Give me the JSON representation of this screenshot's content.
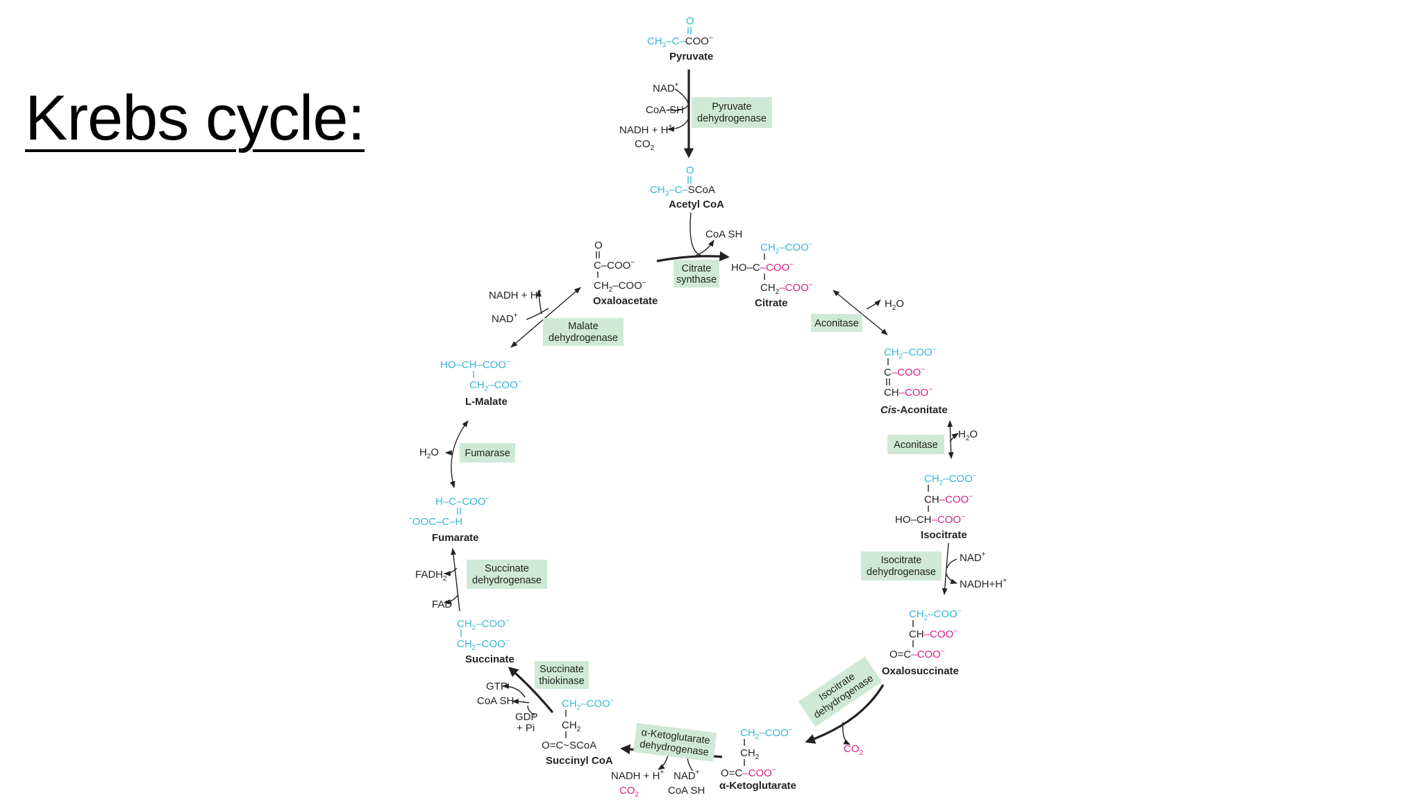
{
  "slide": {
    "title": "Krebs cycle:"
  },
  "colors": {
    "carbon_cyan": "#35b6d6",
    "carbon_magenta": "#d41f86",
    "enzyme_box": "#cfe9d6",
    "text": "#222222"
  },
  "compounds": {
    "pyruvate": {
      "name": "Pyruvate",
      "o": "O",
      "f1": "CH",
      "f1s": "3",
      "f2": "–C–",
      "f3": "COO",
      "f3s": "−"
    },
    "acetyl_coa": {
      "name": "Acetyl CoA",
      "o": "O",
      "f1": "CH",
      "f1s": "3",
      "f2": "–C–",
      "f3": "SCoA"
    },
    "citrate": {
      "name": "Citrate",
      "l1": "CH",
      "l1s": "2",
      "l1b": "–COO",
      "l1c": "−",
      "l2a": "HO–",
      "l2b": "C",
      "l2c": "–COO",
      "l2d": "−",
      "l3": "CH",
      "l3s": "2",
      "l3b": "–COO",
      "l3c": "−"
    },
    "cis_aconitate": {
      "name_i": "Cis",
      "name": "-Aconitate",
      "l1": "CH",
      "l1s": "2",
      "l1b": "–COO",
      "l1c": "−",
      "l2a": "C",
      "l2b": "–COO",
      "l2c": "−",
      "l3a": "CH",
      "l3b": "–COO",
      "l3c": "−"
    },
    "isocitrate": {
      "name": "Isocitrate",
      "l1": "CH",
      "l1s": "2",
      "l1b": "–COO",
      "l1c": "−",
      "l2a": "CH",
      "l2b": "–COO",
      "l2c": "−",
      "l3a": "HO–CH",
      "l3b": "–COO",
      "l3c": "−"
    },
    "oxalosuccinate": {
      "name": "Oxalosuccinate",
      "l1": "CH",
      "l1s": "2",
      "l1b": "–COO",
      "l1c": "−",
      "l2a": "CH",
      "l2b": "–COO",
      "l2c": "−",
      "l3a": "O=C",
      "l3b": "–COO",
      "l3c": "−"
    },
    "alpha_ketoglutarate": {
      "name": "α-Ketoglutarate",
      "l1": "CH",
      "l1s": "2",
      "l1b": "–COO",
      "l1c": "−",
      "l2": "CH",
      "l2s": "2",
      "l3a": "O=C",
      "l3b": "–COO",
      "l3c": "−"
    },
    "succinyl_coa": {
      "name": "Succinyl CoA",
      "l1": "CH",
      "l1s": "2",
      "l1b": "–COO",
      "l1c": "−",
      "l2": "CH",
      "l2s": "2",
      "l3": "O=C~SCoA"
    },
    "succinate": {
      "name": "Succinate",
      "l1": "CH",
      "l1s": "2",
      "l1b": "–COO",
      "l1c": "−",
      "l2": "CH",
      "l2s": "2",
      "l2b": "–COO",
      "l2c": "−"
    },
    "fumarate": {
      "name": "Fumarate",
      "l1": "H–C–COO",
      "l1c": "−",
      "l2a": "−",
      "l2b": "OOC–C–H"
    },
    "l_malate": {
      "name": "L-Malate",
      "l1": "HO–CH–COO",
      "l1c": "−",
      "l2": "CH",
      "l2s": "2",
      "l2b": "–COO",
      "l2c": "−"
    },
    "oxaloacetate": {
      "name": "Oxaloacetate",
      "o": "O",
      "l1": "C–COO",
      "l1c": "−",
      "l2": "CH",
      "l2s": "2",
      "l2b": "–COO",
      "l2c": "−"
    }
  },
  "enzymes": {
    "pyruvate_dehydrogenase": [
      "Pyruvate",
      "dehydrogenase"
    ],
    "citrate_synthase": [
      "Citrate",
      "synthase"
    ],
    "aconitase_1": [
      "Aconitase"
    ],
    "aconitase_2": [
      "Aconitase"
    ],
    "isocitrate_dehydrogenase_1": [
      "Isocitrate",
      "dehydrogenase"
    ],
    "isocitrate_dehydrogenase_2": [
      "Isocitrate",
      "dehydrogenase"
    ],
    "alpha_ketoglutarate_dehydrogenase": [
      "α-Ketoglutarate",
      "dehydrogenase"
    ],
    "succinate_thiokinase": [
      "Succinate",
      "thiokinase"
    ],
    "succinate_dehydrogenase": [
      "Succinate",
      "dehydrogenase"
    ],
    "fumarase": [
      "Fumarase"
    ],
    "malate_dehydrogenase": [
      "Malate",
      "dehydrogenase"
    ]
  },
  "cofactors": {
    "nad_plus": "NAD",
    "plus": "+",
    "coa_sh_hyphen": "CoA-SH",
    "nadh_h": "NADH + H",
    "co2": "CO",
    "two": "2",
    "coa_sh": "CoA SH",
    "h2o_h": "H",
    "h2o_o": "O",
    "nadh_h_compact": "NADH+H",
    "fadh2": "FADH",
    "fad": "FAD",
    "gtp": "GTP",
    "gdp": "GDP",
    "pi": "+ Pi"
  }
}
